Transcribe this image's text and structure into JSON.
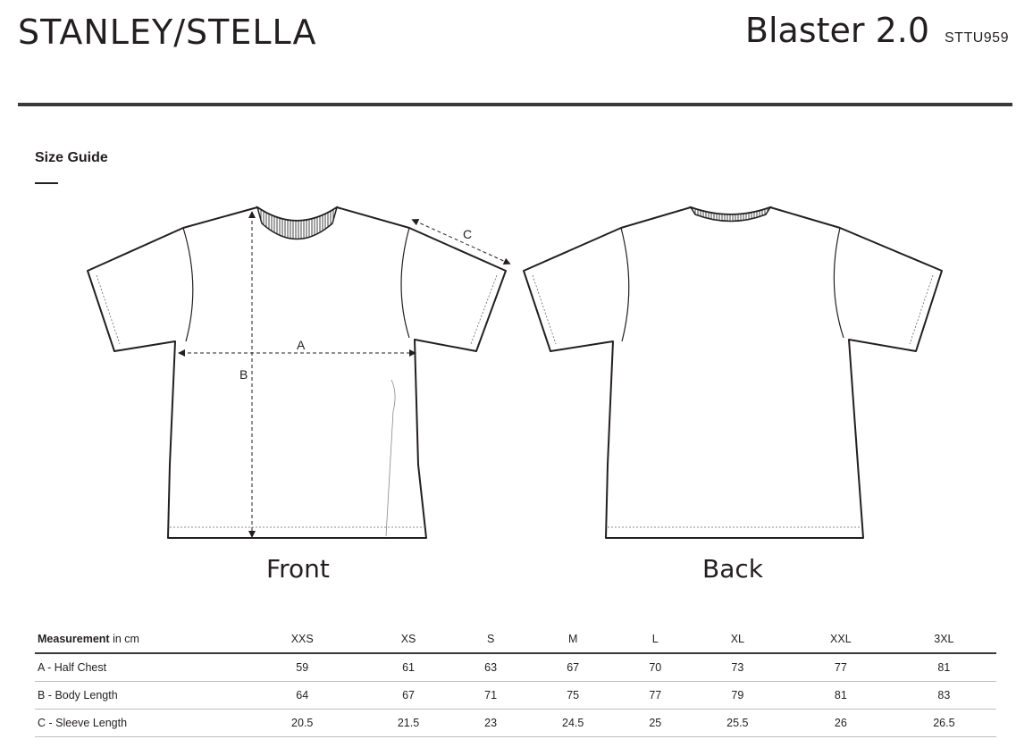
{
  "header": {
    "brand": "STANLEY/STELLA",
    "product_name": "Blaster 2.0",
    "product_code": "STTU959"
  },
  "section": {
    "title": "Size Guide"
  },
  "illustration": {
    "front_label": "Front",
    "back_label": "Back",
    "markers": {
      "a": "A",
      "b": "B",
      "c": "C"
    }
  },
  "table": {
    "header": {
      "measurement_bold": "Measurement",
      "measurement_unit": " in cm"
    },
    "sizes": [
      "XXS",
      "XS",
      "S",
      "M",
      "L",
      "XL",
      "XXL",
      "3XL"
    ],
    "rows": [
      {
        "label": "A - Half Chest",
        "values": [
          "59",
          "61",
          "63",
          "67",
          "70",
          "73",
          "77",
          "81"
        ]
      },
      {
        "label": "B - Body Length",
        "values": [
          "64",
          "67",
          "71",
          "75",
          "77",
          "79",
          "81",
          "83"
        ]
      },
      {
        "label": "C - Sleeve Length",
        "values": [
          "20.5",
          "21.5",
          "23",
          "24.5",
          "25",
          "25.5",
          "26",
          "26.5"
        ]
      }
    ]
  }
}
